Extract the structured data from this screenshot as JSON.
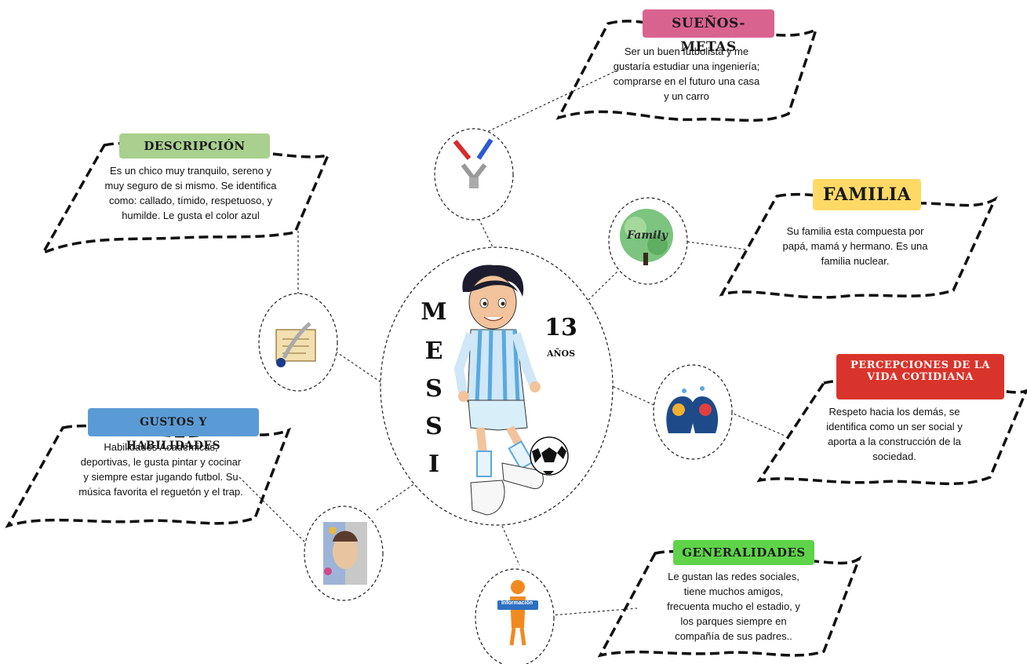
{
  "center": {
    "name_letters": [
      "M",
      "E",
      "S",
      "S",
      "I"
    ],
    "age_number": "13",
    "age_unit": "AÑOS"
  },
  "nodes": {
    "suenos": {
      "title": "SUEÑOS-METAS",
      "text": "Ser un buen futbolista y me gustaría estudiar una ingeniería; comprarse en el futuro una casa y un carro",
      "color": "#d9638f"
    },
    "descripcion": {
      "title": "DESCRIPCIÓN",
      "text": "Es un chico muy tranquilo,  sereno y muy  seguro de si mismo. Se identifica como: callado, tímido, respetuoso, y humilde.  Le gusta el color azul",
      "color": "#a9d08e"
    },
    "familia": {
      "title": "FAMILIA",
      "text": "Su familia esta compuesta por papá, mamá y hermano. Es una familia nuclear.",
      "color": "#ffd966",
      "icon_word": "Family"
    },
    "percepciones": {
      "title": "PERCEPCIONES DE LA VIDA COTIDIANA",
      "text": "Respeto hacia los demás,  se identifica como un ser social y aporta a la construcción de la sociedad.",
      "color": "#d9342b"
    },
    "gustos": {
      "title": "GUSTOS Y HABILIDADES",
      "text": "Habilidades Académicas, deportivas, le gusta pintar y cocinar y siempre estar jugando futbol.  Su música favorita el reguetón y el trap.",
      "color": "#5b9bd5"
    },
    "generalidades": {
      "title": "GENERALIDADES",
      "text": "Le gustan las redes sociales, tiene muchos amigos, frecuenta mucho el estadio, y los parques siempre en compañía de sus padres..",
      "color": "#5fd34a",
      "icon_word": "Información"
    }
  },
  "icons": {
    "suenos": "crossroads-arrows-icon",
    "familia": "family-tree-icon",
    "percepciones": "heads-puzzle-icon",
    "generalidades": "person-info-icon",
    "gustos": "face-art-icon",
    "descripcion": "scroll-quill-icon"
  }
}
